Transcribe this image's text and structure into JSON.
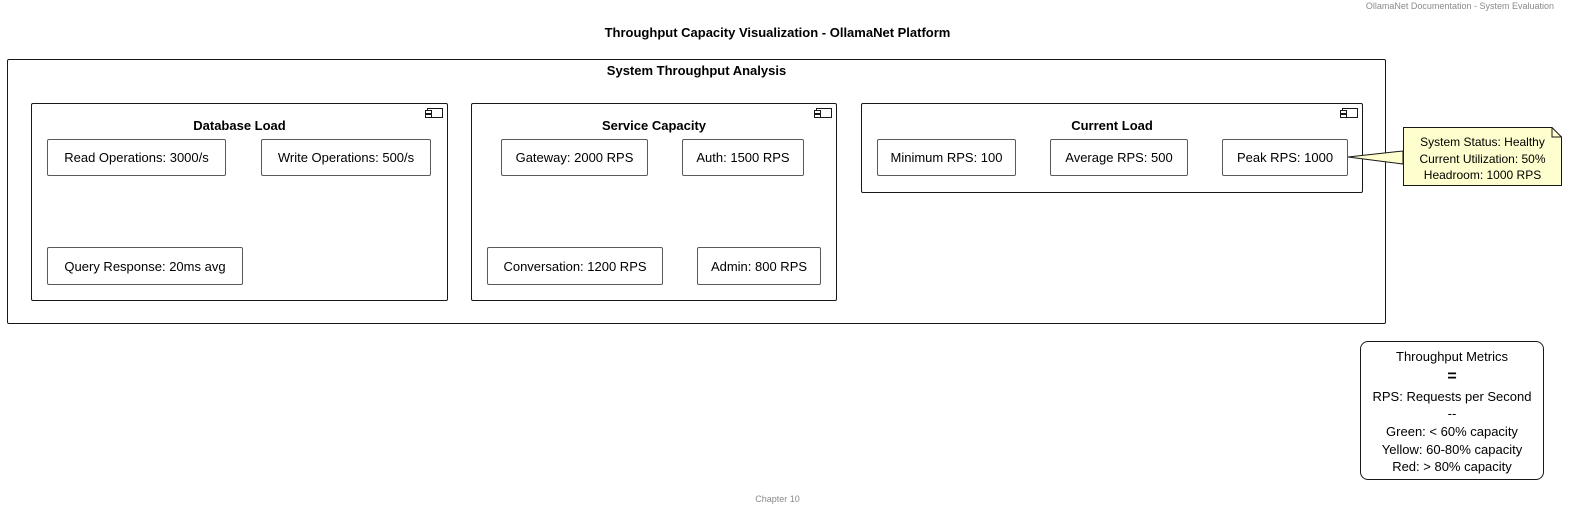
{
  "header_text": "OllamaNet Documentation - System Evaluation",
  "title": "Throughput Capacity Visualization - OllamaNet Platform",
  "footer": "Chapter 10",
  "package": {
    "title": "System Throughput Analysis"
  },
  "components": [
    {
      "title": "Database Load",
      "items": [
        "Read Operations: 3000/s",
        "Write Operations: 500/s",
        "Query Response: 20ms avg"
      ]
    },
    {
      "title": "Service Capacity",
      "items": [
        "Gateway: 2000 RPS",
        "Auth: 1500 RPS",
        "Conversation: 1200 RPS",
        "Admin: 800 RPS"
      ]
    },
    {
      "title": "Current Load",
      "items": [
        "Minimum RPS: 100",
        "Average RPS: 500",
        "Peak RPS: 1000"
      ]
    }
  ],
  "note": {
    "lines": [
      "System Status: Healthy",
      "Current Utilization: 50%",
      "Headroom: 1000 RPS"
    ],
    "color": "#fefece"
  },
  "legend": {
    "title": "Throughput Metrics",
    "separator": "=",
    "definition": "RPS: Requests per Second",
    "dashes": "--",
    "entries": [
      "Green: < 60% capacity",
      "Yellow: 60-80% capacity",
      "Red: > 80% capacity"
    ]
  }
}
